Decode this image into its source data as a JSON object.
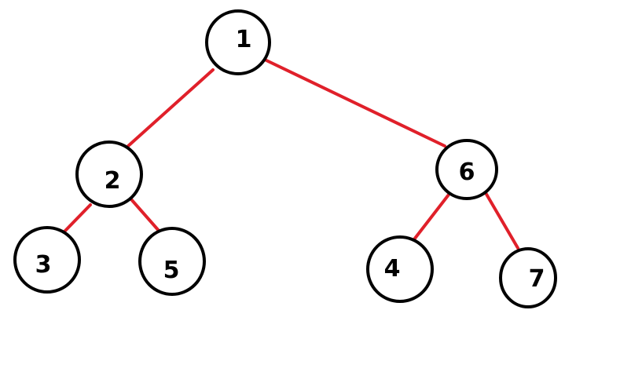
{
  "colors": {
    "edge": "#e0202a",
    "node_stroke": "#000000",
    "node_fill": "#ffffff",
    "label": "#000000",
    "background": "#ffffff"
  },
  "tree": {
    "nodes": [
      {
        "id": "n1",
        "label": "1"
      },
      {
        "id": "n2",
        "label": "2"
      },
      {
        "id": "n6",
        "label": "6"
      },
      {
        "id": "n3",
        "label": "3"
      },
      {
        "id": "n5",
        "label": "5"
      },
      {
        "id": "n4",
        "label": "4"
      },
      {
        "id": "n7",
        "label": "7"
      }
    ],
    "edges": [
      {
        "from": "1",
        "to": "2"
      },
      {
        "from": "1",
        "to": "6"
      },
      {
        "from": "2",
        "to": "3"
      },
      {
        "from": "2",
        "to": "5"
      },
      {
        "from": "6",
        "to": "4"
      },
      {
        "from": "6",
        "to": "7"
      }
    ]
  }
}
